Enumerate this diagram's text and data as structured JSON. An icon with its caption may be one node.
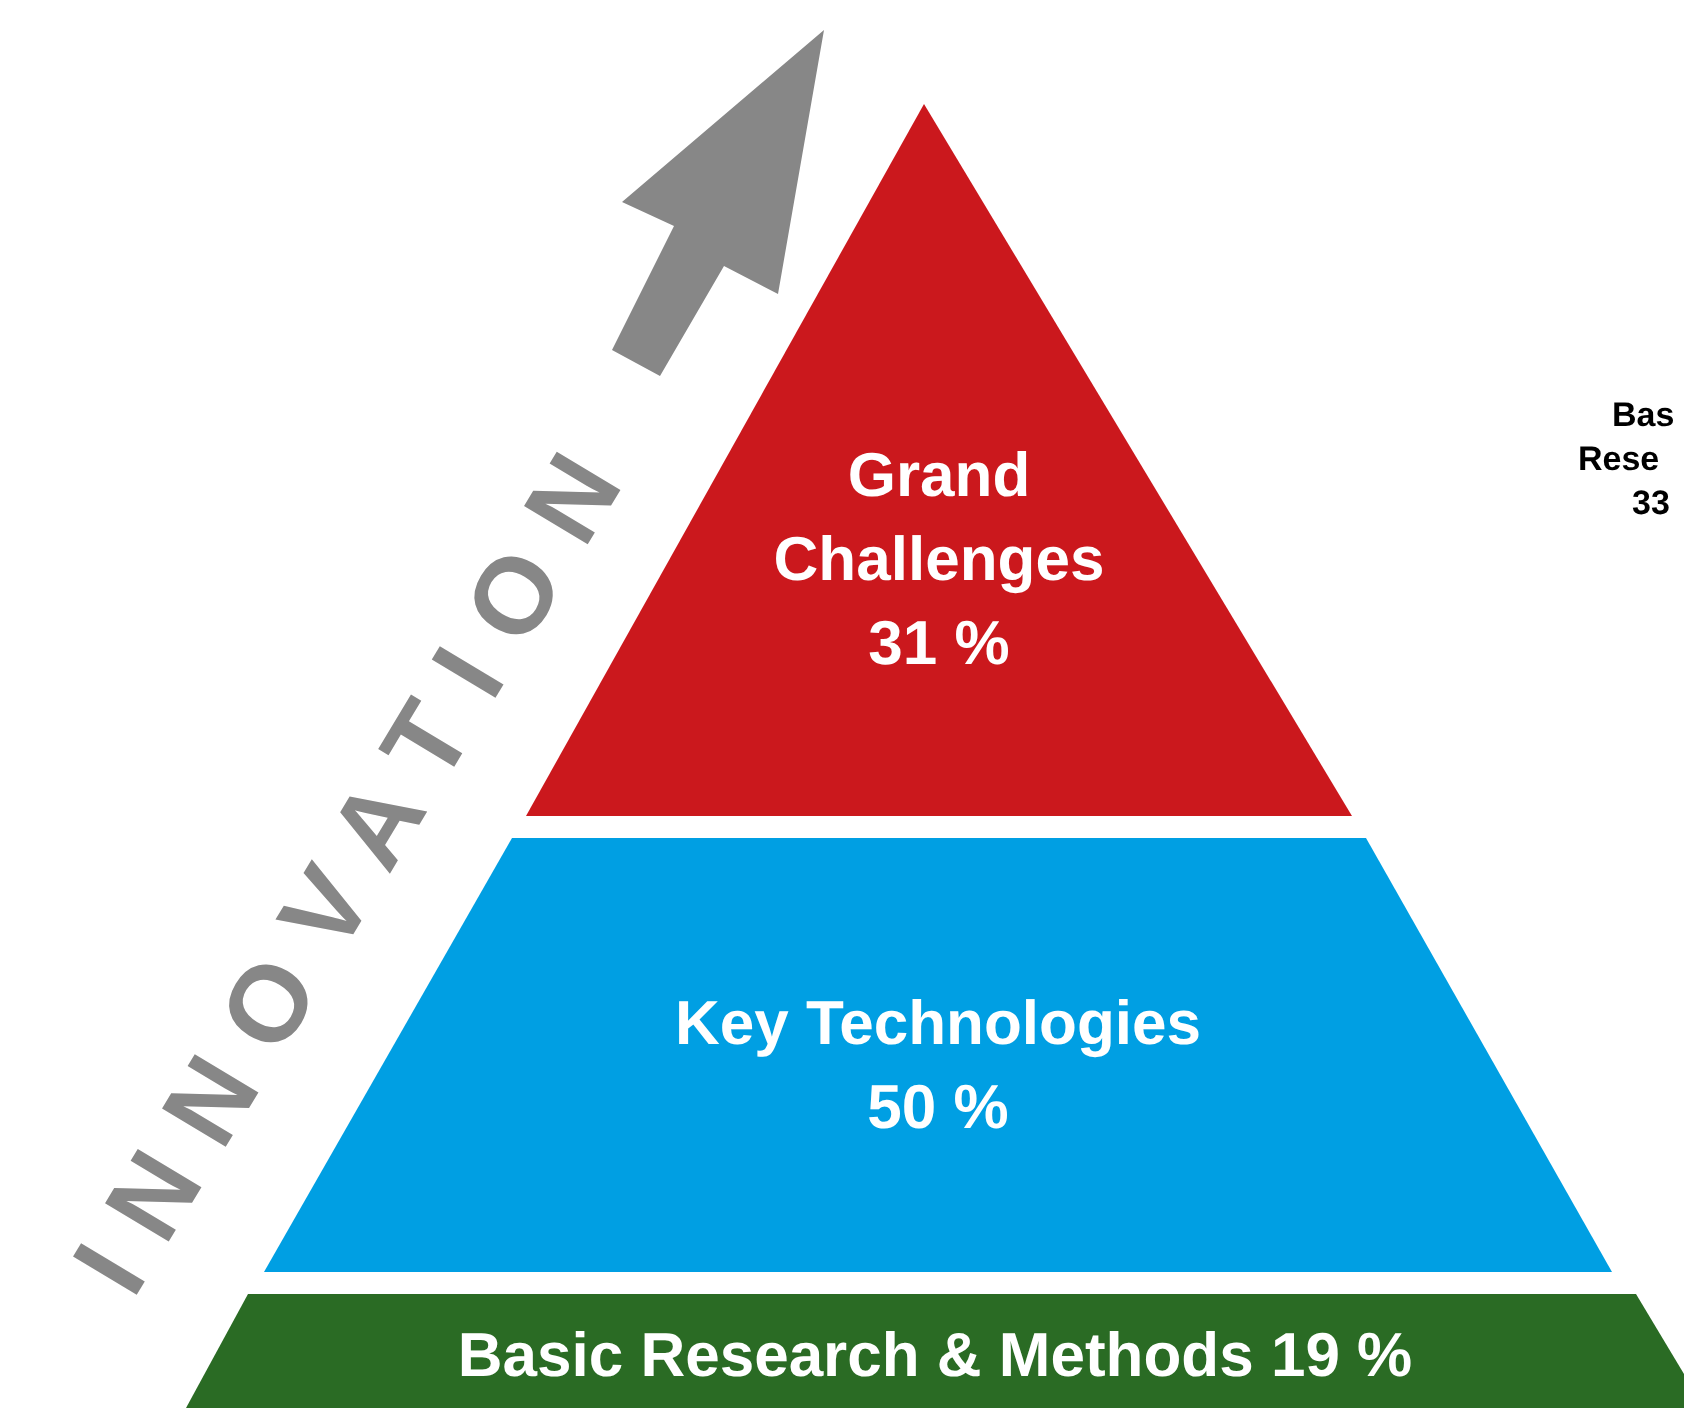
{
  "diagram": {
    "nodes": [
      {
        "text": [
          "Grand Challenges",
          "31 %"
        ]
      },
      {
        "text": [
          "Key Technologies",
          "50 %"
        ]
      },
      {
        "text": [
          "Basic Research & Methods 19 %"
        ]
      }
    ],
    "edges": [],
    "labels": [
      "INNOVATION",
      "Bas",
      "Rese",
      "33"
    ]
  }
}
